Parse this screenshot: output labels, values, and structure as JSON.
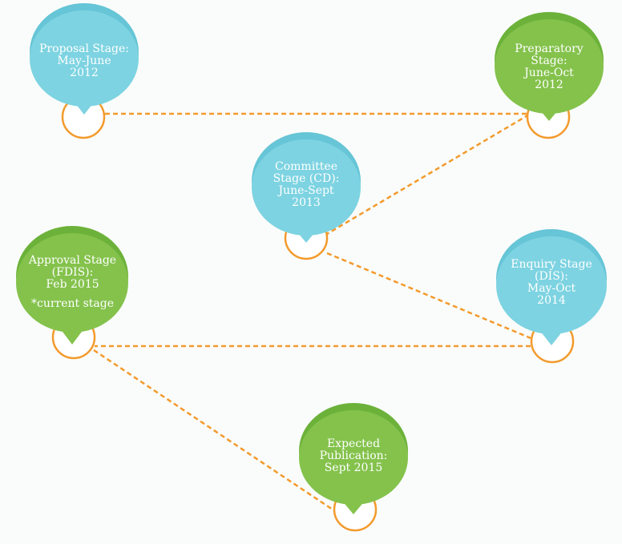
{
  "stages": [
    {
      "id": "proposal",
      "lines": [
        "Proposal Stage:",
        "May-June",
        "2012"
      ],
      "color": "#7dd3e1"
    },
    {
      "id": "preparatory",
      "lines": [
        "Preparatory",
        "Stage:",
        "June-Oct",
        "2012"
      ],
      "color": "#84c24c"
    },
    {
      "id": "committee",
      "lines": [
        "Committee",
        "Stage (CD):",
        "June-Sept",
        "2013"
      ],
      "color": "#7dd3e1"
    },
    {
      "id": "approval",
      "lines": [
        "Approval Stage",
        "(FDIS):",
        "Feb 2015"
      ],
      "note": "*current stage",
      "color": "#84c24c"
    },
    {
      "id": "enquiry",
      "lines": [
        "Enquiry Stage",
        "(DIS):",
        "May-Oct",
        "2014"
      ],
      "color": "#7dd3e1"
    },
    {
      "id": "publication",
      "lines": [
        "Expected",
        "Publication:",
        "Sept 2015"
      ],
      "color": "#84c24c"
    }
  ],
  "connector_color": "#f39a2c"
}
